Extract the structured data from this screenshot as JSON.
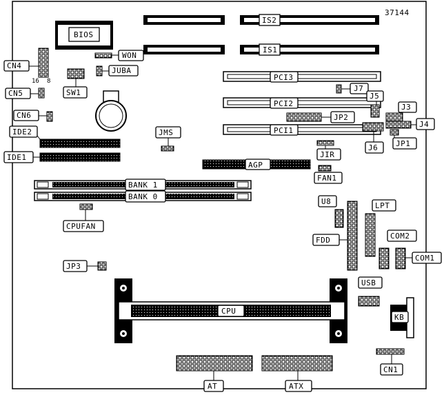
{
  "diagram": {
    "board_id": "37144",
    "pin_16": "16",
    "pin_8": "8",
    "labels": {
      "bios": "BIOS",
      "is2": "IS2",
      "is1": "IS1",
      "won": "WON",
      "cn4": "CN4",
      "juba": "JUBA",
      "sw1": "SW1",
      "cn5": "CN5",
      "cn6": "CN6",
      "pci3": "PCI3",
      "pci2": "PCI2",
      "pci1": "PCI1",
      "j7": "J7",
      "j5": "J5",
      "j3": "J3",
      "jp2": "JP2",
      "j4": "J4",
      "j6": "J6",
      "jp1": "JP1",
      "ide2": "IDE2",
      "ide1": "IDE1",
      "jms": "JMS",
      "jir": "JIR",
      "agp": "AGP",
      "fan1": "FAN1",
      "bank1": "BANK 1",
      "bank0": "BANK 0",
      "u8": "U8",
      "lpt": "LPT",
      "cpufan": "CPUFAN",
      "fdd": "FDD",
      "com2": "COM2",
      "com1": "COM1",
      "jp3": "JP3",
      "usb": "USB",
      "cpu": "CPU",
      "kb": "KB",
      "cn1": "CN1",
      "at": "AT",
      "atx": "ATX"
    }
  }
}
